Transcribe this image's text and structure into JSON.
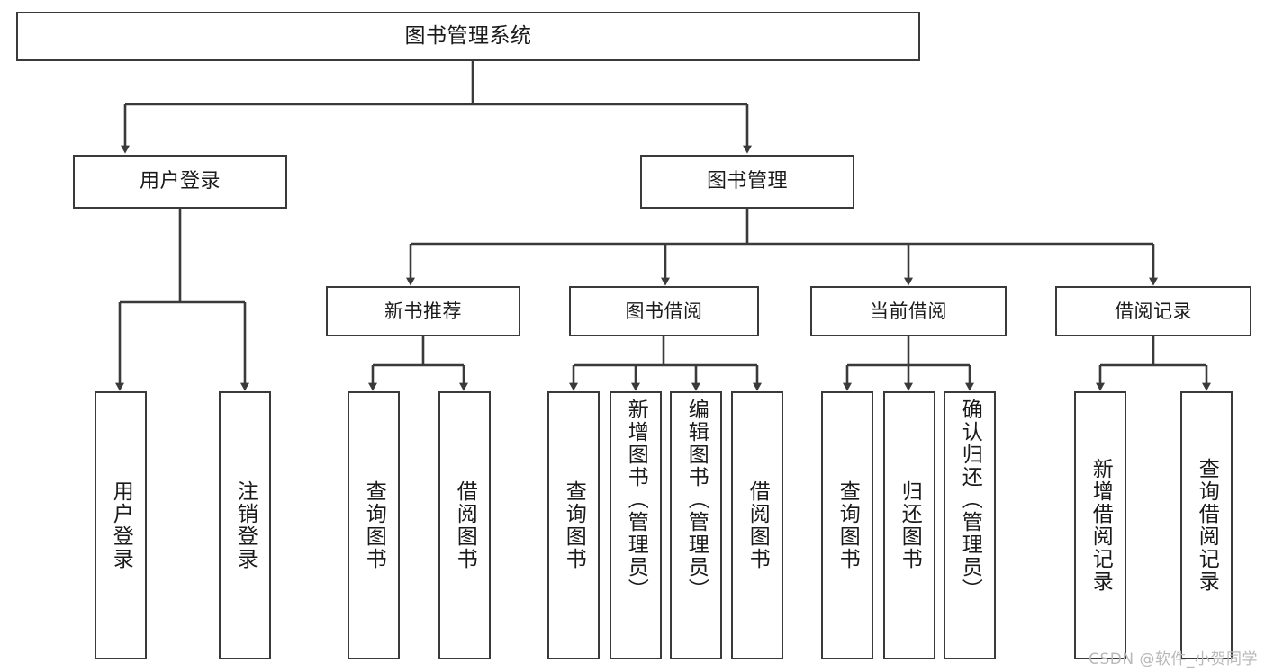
{
  "diagram": {
    "type": "tree",
    "title_node": "图书管理系统",
    "watermark": "CSDN @软件_小贺同学",
    "colors": {
      "stroke": "#3a3a3a",
      "fill": "#ffffff",
      "text": "#1a1a1a",
      "watermark": "#b9b9b9"
    },
    "nodes": {
      "root": {
        "label": "图书管理系统"
      },
      "level1": [
        {
          "id": "user-login",
          "label": "用户登录"
        },
        {
          "id": "book-manage",
          "label": "图书管理"
        }
      ],
      "level2": [
        {
          "id": "new-book-recommend",
          "label": "新书推荐"
        },
        {
          "id": "book-borrow",
          "label": "图书借阅"
        },
        {
          "id": "current-borrow",
          "label": "当前借阅"
        },
        {
          "id": "borrow-record",
          "label": "借阅记录"
        }
      ],
      "leaves": {
        "user_login": [
          {
            "id": "leaf-user-login",
            "label": "用户登录"
          },
          {
            "id": "leaf-logout",
            "label": "注销登录"
          }
        ],
        "new_book_recommend": [
          {
            "id": "leaf-query-book-1",
            "label": "查询图书"
          },
          {
            "id": "leaf-borrow-book-1",
            "label": "借阅图书"
          }
        ],
        "book_borrow": [
          {
            "id": "leaf-query-book-2",
            "label": "查询图书"
          },
          {
            "id": "leaf-add-book",
            "label": "新增图书（管理员）"
          },
          {
            "id": "leaf-edit-book",
            "label": "编辑图书（管理员）"
          },
          {
            "id": "leaf-borrow-book-2",
            "label": "借阅图书"
          }
        ],
        "current_borrow": [
          {
            "id": "leaf-query-book-3",
            "label": "查询图书"
          },
          {
            "id": "leaf-return-book",
            "label": "归还图书"
          },
          {
            "id": "leaf-confirm-return",
            "label": "确认归还（管理员）"
          }
        ],
        "borrow_record": [
          {
            "id": "leaf-add-record",
            "label": "新增借阅记录"
          },
          {
            "id": "leaf-query-record",
            "label": "查询借阅记录"
          }
        ]
      }
    }
  }
}
